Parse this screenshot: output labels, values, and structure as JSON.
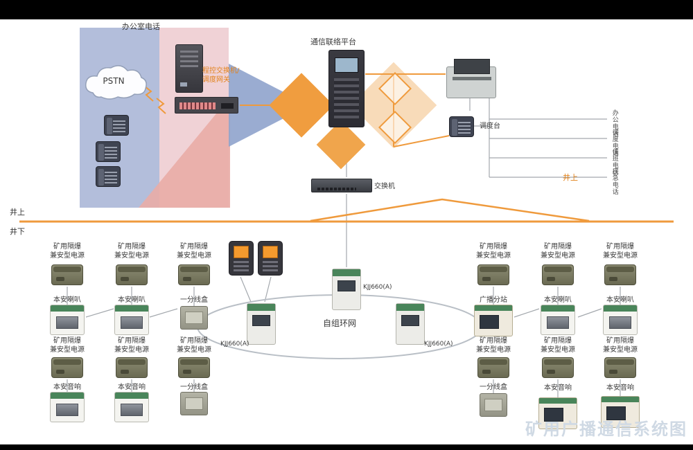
{
  "labels": {
    "office_phone": "办公室电话",
    "pstn": "PSTN",
    "pbx_line1": "程控交换机/",
    "pbx_line2": "调度网关",
    "platform": "通信联络平台",
    "dispatch_console": "调度台",
    "ethernet_switch": "交换机",
    "surface_left": "井上",
    "underground_left": "井下",
    "surface_right": "井上",
    "ring_network": "自组环网",
    "kjj660": "KJJ660(A)",
    "power_line1": "矿用隔爆",
    "power_line2": "兼安型电源",
    "speaker": "本安喇叭",
    "sound_box": "本安音响",
    "junction_box": "一分线盒",
    "broadcast_station": "广播分站",
    "phone_lines": [
      "办公电话",
      "调度电话",
      "值班电话",
      "应急电话"
    ],
    "watermark": "矿用广播通信系统图"
  },
  "colors": {
    "accent_orange": "#ef9a3c",
    "blue_shape": "#adb8d8",
    "pink_shape": "#f3d3d6",
    "salmon_shape": "#e9aca6",
    "device_green": "#49855a"
  }
}
